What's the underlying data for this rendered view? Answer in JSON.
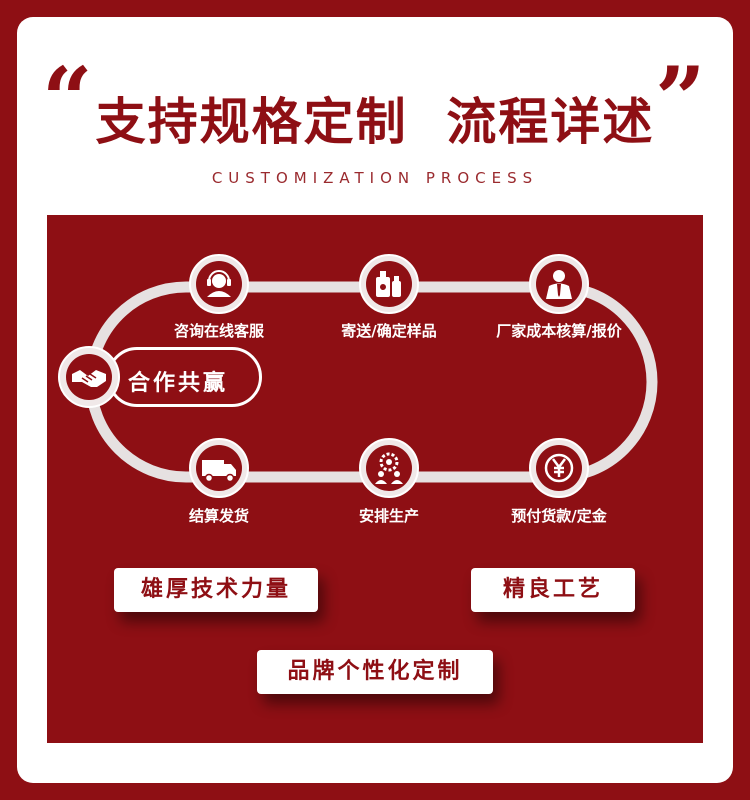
{
  "header": {
    "title": "支持规格定制  流程详述",
    "subtitle": "CUSTOMIZATION PROCESS"
  },
  "center": {
    "label": "合作共赢",
    "icon": "handshake-icon"
  },
  "steps": [
    {
      "label": "咨询在线客服",
      "icon": "headset-agent-icon"
    },
    {
      "label": "寄送/确定样品",
      "icon": "product-bottles-icon"
    },
    {
      "label": "厂家成本核算/报价",
      "icon": "businessman-icon"
    },
    {
      "label": "预付货款/定金",
      "icon": "yen-coin-icon"
    },
    {
      "label": "安排生产",
      "icon": "gears-people-icon"
    },
    {
      "label": "结算发货",
      "icon": "delivery-truck-icon"
    }
  ],
  "features": [
    {
      "label": "雄厚技术力量"
    },
    {
      "label": "精良工艺"
    },
    {
      "label": "品牌个性化定制"
    }
  ],
  "colors": {
    "brand_red": "#8e0f14",
    "white": "#ffffff",
    "track_gray": "#e6e1e1"
  }
}
